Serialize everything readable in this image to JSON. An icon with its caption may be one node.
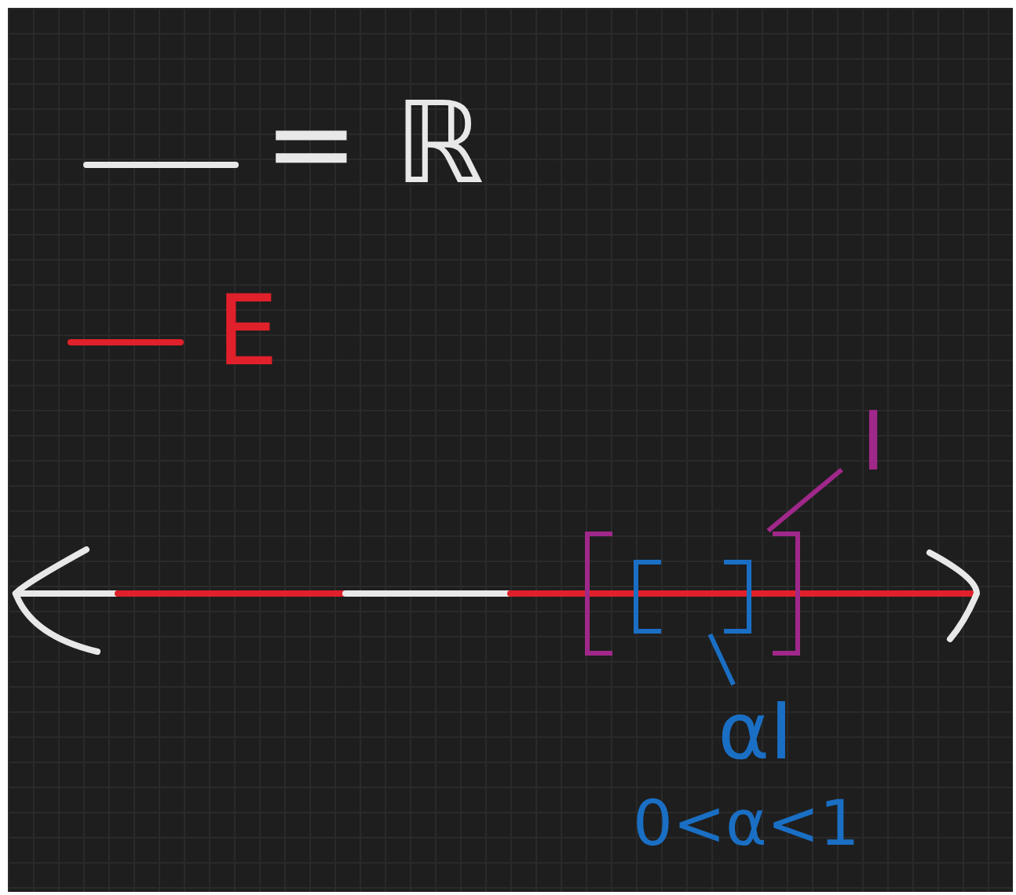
{
  "diagram": {
    "nodes": [
      {
        "text": [
          "I"
        ]
      },
      {
        "text": [],
        "shape": "bracket"
      },
      {
        "text": [],
        "shape": "bracket",
        "in": 1
      },
      {
        "text": [
          "αI"
        ]
      }
    ],
    "edges": [
      {
        "from": 0,
        "to": 1,
        "arrow": "none"
      },
      {
        "from": 3,
        "to": 2,
        "arrow": "none",
        "color": "#1a6fc4"
      }
    ],
    "labels": [
      "0<α<1"
    ],
    "legend": [
      {
        "text": "= ℝ"
      },
      {
        "text": "E"
      }
    ]
  }
}
